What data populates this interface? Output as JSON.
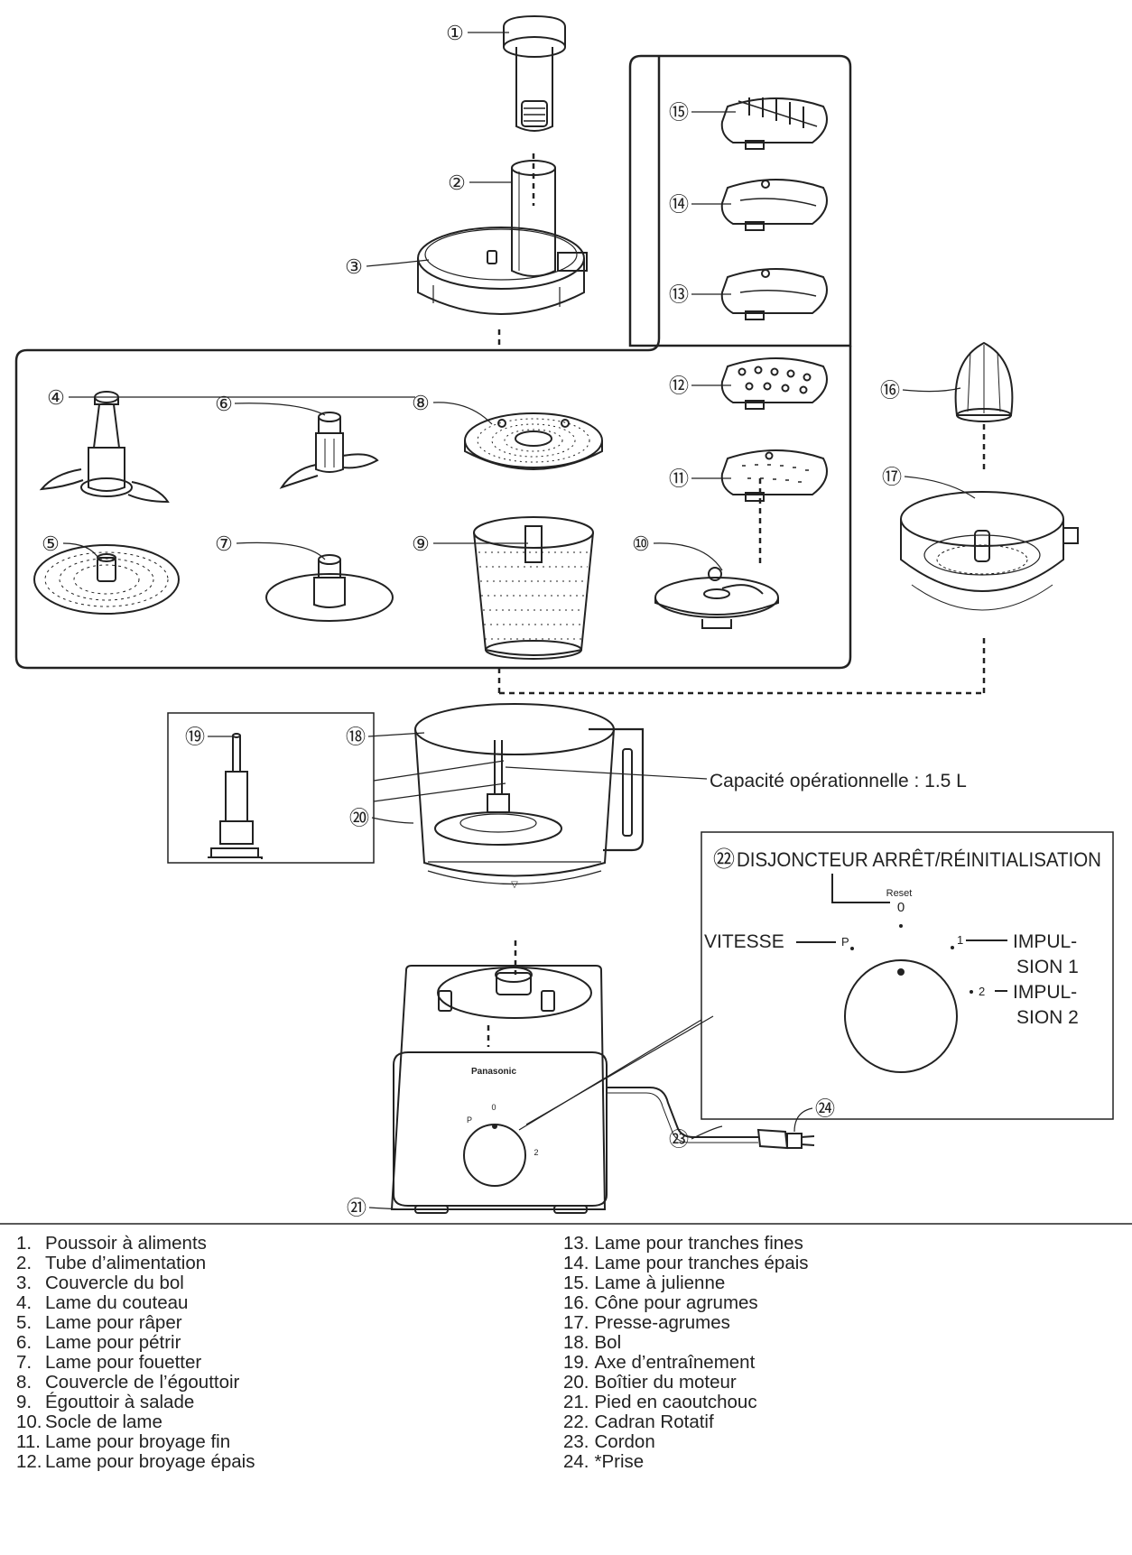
{
  "capacity_label": "Capacité opérationnelle : 1.5 L",
  "dial": {
    "title": "DISJONCTEUR ARRÊT/RÉINITIALISATION",
    "title_number": "㉒",
    "reset_label": "Reset",
    "zero_label": "0",
    "speed_label": "VITESSE",
    "p_label": "P",
    "one_label": "1",
    "two_label": "2",
    "pulse1_line1": "IMPUL-",
    "pulse1_line2": "SION 1",
    "pulse2_line1": "IMPUL-",
    "pulse2_line2": "SION 2"
  },
  "base": {
    "brand": "Panasonic",
    "knob_zero": "0",
    "knob_p": "P",
    "knob_two": "2"
  },
  "callouts": [
    "①",
    "②",
    "③",
    "④",
    "⑤",
    "⑥",
    "⑦",
    "⑧",
    "⑨",
    "⑩",
    "⑪",
    "⑫",
    "⑬",
    "⑭",
    "⑮",
    "⑯",
    "⑰",
    "⑱",
    "⑲",
    "⑳",
    "㉑",
    "㉒",
    "㉓",
    "㉔"
  ],
  "legend_left": [
    {
      "num": "1.",
      "label": "Poussoir à aliments"
    },
    {
      "num": "2.",
      "label": "Tube d’alimentation"
    },
    {
      "num": "3.",
      "label": "Couvercle du bol"
    },
    {
      "num": "4.",
      "label": "Lame du couteau"
    },
    {
      "num": "5.",
      "label": "Lame pour râper"
    },
    {
      "num": "6.",
      "label": "Lame pour pétrir"
    },
    {
      "num": "7.",
      "label": "Lame pour fouetter"
    },
    {
      "num": "8.",
      "label": "Couvercle de l’égouttoir"
    },
    {
      "num": "9.",
      "label": "Égouttoir à salade"
    },
    {
      "num": "10.",
      "label": "Socle de lame"
    },
    {
      "num": "11.",
      "label": "Lame pour broyage fin"
    },
    {
      "num": "12.",
      "label": "Lame pour broyage épais"
    }
  ],
  "legend_right": [
    {
      "num": "13.",
      "label": "Lame pour tranches fines"
    },
    {
      "num": "14.",
      "label": "Lame pour tranches épais"
    },
    {
      "num": "15.",
      "label": "Lame à julienne"
    },
    {
      "num": "16.",
      "label": "Cône pour agrumes"
    },
    {
      "num": "17.",
      "label": "Presse-agrumes"
    },
    {
      "num": "18.",
      "label": "Bol"
    },
    {
      "num": "19.",
      "label": "Axe d’entraînement"
    },
    {
      "num": "20.",
      "label": "Boîtier du moteur"
    },
    {
      "num": "21.",
      "label": "Pied en caoutchouc"
    },
    {
      "num": "22.",
      "label": "Cadran Rotatif"
    },
    {
      "num": "23.",
      "label": "Cordon"
    },
    {
      "num": "24.",
      "label": "*Prise"
    }
  ]
}
